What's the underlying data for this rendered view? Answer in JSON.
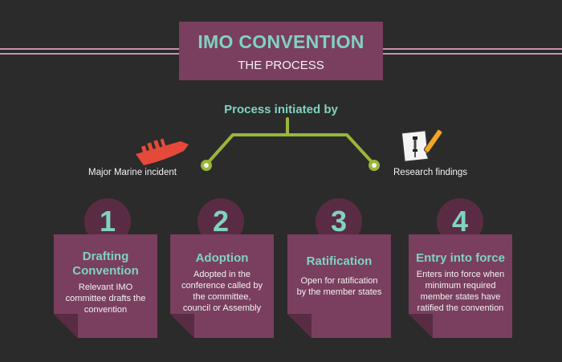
{
  "header": {
    "title": "IMO CONVENTION",
    "subtitle": "THE PROCESS"
  },
  "initiation": {
    "label": "Process initiated by",
    "left_source": {
      "label": "Major Marine incident",
      "icon": "sinking-ship-icon"
    },
    "right_source": {
      "label": "Research findings",
      "icon": "document-pen-icon"
    }
  },
  "steps": [
    {
      "number": "1",
      "title_lines": [
        "Drafting",
        "Convention"
      ],
      "body_lines": [
        "Relevant IMO",
        "committee drafts the",
        "convention"
      ]
    },
    {
      "number": "2",
      "title_lines": [
        "Adoption"
      ],
      "body_lines": [
        "Adopted in the",
        "conference called by",
        "the committee,",
        "council or Assembly"
      ]
    },
    {
      "number": "3",
      "title_lines": [
        "Ratification"
      ],
      "body_lines": [
        "Open for ratification",
        "by the member states"
      ]
    },
    {
      "number": "4",
      "title_lines": [
        "Entry into force"
      ],
      "body_lines": [
        "Enters into force when",
        "minimum required",
        "member states have",
        "ratified the convention"
      ]
    }
  ],
  "colors": {
    "background": "#2b2b2b",
    "panel": "#7a3f5e",
    "panel_dark": "#5a2c44",
    "accent_text": "#7fd3bf",
    "connector": "#9bb53a",
    "rule": "#c98fb2",
    "ship": "#e5493a"
  }
}
